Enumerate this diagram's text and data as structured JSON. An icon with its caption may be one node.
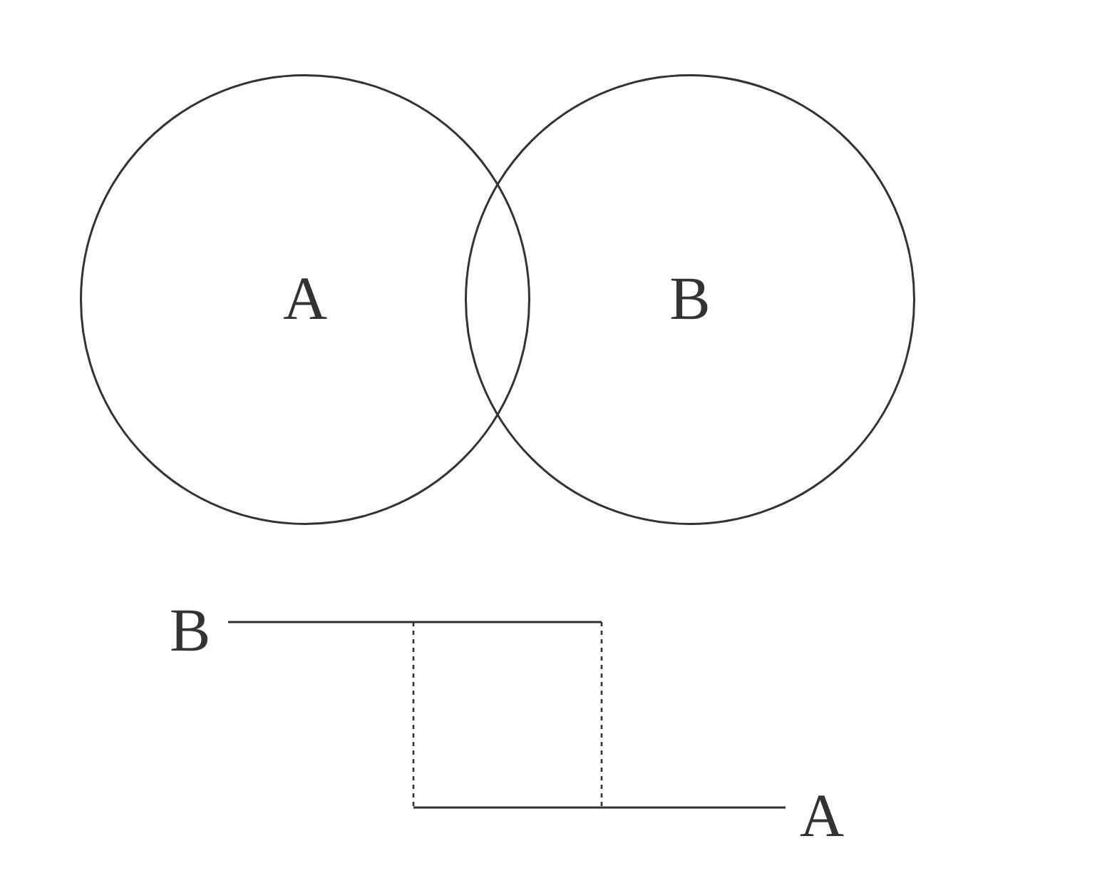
{
  "diagram": {
    "nodes": [
      {
        "text": [
          "A"
        ]
      },
      {
        "text": [
          "B"
        ]
      }
    ],
    "labels": [
      "B",
      "A"
    ]
  }
}
